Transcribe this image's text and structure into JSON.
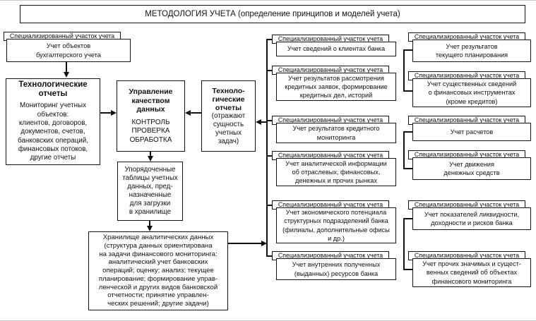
{
  "title": "МЕТОДОЛОГИЯ УЧЕТА (определение принципов и моделей учета)",
  "spec_unit_left": {
    "header": "Специализированный участок учета",
    "body": "Учет объектов\nбухгалтерского учета"
  },
  "tech_reports_box": {
    "title": "Технологические\nотчеты",
    "body": "Мониторинг учетных\nобъектов:\nклиентов, договоров,\nдокументов, счетов,\nбанковских операций,\nфинансовых потоков,\nдругие отчеты"
  },
  "quality_box": {
    "title": "Управление\nкачеством\nданных",
    "body": "КОНТРОЛЬ\nПРОВЕРКА\nОБРАБОТКА"
  },
  "tech_reports_small_box": {
    "title": "Техноло-\nгические\nотчеты",
    "body": "(отражают\nсущность\nучетных\nзадач)"
  },
  "ordered_tables_box": {
    "body": "Упорядоченные\nтаблицы учетных\nданных, пред-\nназначенные\nдля загрузки\nв хранилище"
  },
  "storage_box": {
    "body": "Хранилище аналитических данных\n(структура данных ориентирована\nна задачи финансового мониторинга:\nаналитический учет банковских\nопераций; оценку; анализ; текущее\nпланирование; формирование управ-\nленческой и других видов банковской\nотчетности; принятие управлен-\nческих решений; другие задачи)"
  },
  "col1": [
    {
      "header": "Специализированный участок учета",
      "body": "Учет сведений о клиентах банка"
    },
    {
      "header": "Специализированный участок учета",
      "body": "Учет результатов рассмотрения\nкредитных заявок, формирование\nкредитных дел, историй"
    },
    {
      "header": "Специализированный участок учета",
      "body": "Учет результатов кредитного\nмониторинга"
    },
    {
      "header": "Специализированный участок учета",
      "body": "Учет аналитической информации\nоб отраслевых, финансовых,\nденежных и прочих рынках"
    },
    {
      "header": "Специализированный участок учета",
      "body": "Учет экономического потенциала\nструктурных подразделений банка\n(филиалы, дополнительные офисы\nи др.)"
    },
    {
      "header": "Специализированный участок учета",
      "body": "Учет внутренних полученных\n(выданных) ресурсов банка"
    }
  ],
  "col2": [
    {
      "header": "Специализированный участок учета",
      "body": "Учет результатов\nтекущего планирования"
    },
    {
      "header": "Специализированный участок учета",
      "body": "Учет существенных сведений\nо финансовых инструментах\n(кроме кредитов)"
    },
    {
      "header": "Специализированный участок учета",
      "body": "Учет расчетов"
    },
    {
      "header": "Специализированный участок учета",
      "body": "Учет движения\nденежных средств"
    },
    {
      "header": "Специализированный участок учета",
      "body": "Учет показателей ликвидности,\nдоходности и рисков банка"
    },
    {
      "header": "Специализированный участок учета",
      "body": "Учет прочих значимых и сущест-\nвенных сведений об объектах\nфинансового мониторинга"
    }
  ]
}
